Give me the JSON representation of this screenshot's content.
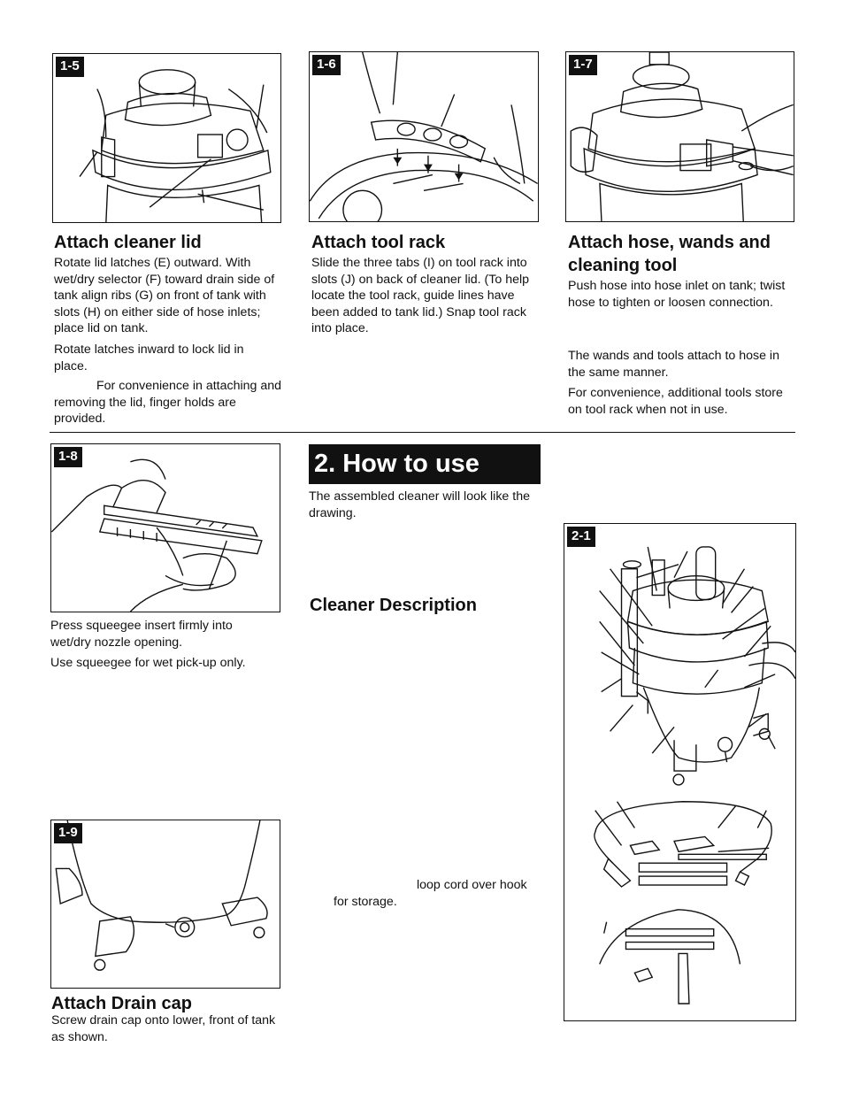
{
  "figures": {
    "f15": "1-5",
    "f16": "1-6",
    "f17": "1-7",
    "f18": "1-8",
    "f19": "1-9",
    "f21": "2-1"
  },
  "lid": {
    "title": "Attach cleaner lid",
    "p1": "Rotate lid latches (E) outward.  With wet/dry selector (F) toward drain side of tank align ribs (G) on front of tank with slots (H) on either side of hose inlets; place lid on tank.",
    "p2": "Rotate latches inward to lock lid in place.",
    "p3": "For convenience in attaching and removing the lid, finger holds are provided."
  },
  "rack": {
    "title": "Attach tool rack",
    "p1": "Slide the three tabs (I) on tool rack into slots (J) on back of cleaner lid. (To help locate the tool rack, guide lines have been added to tank lid.) Snap tool rack into place."
  },
  "hose": {
    "title": "Attach hose, wands and cleaning tool",
    "p1": "Push hose into hose inlet on tank; twist hose to tighten or loosen connection.",
    "p2": "The wands and tools attach to hose in the same manner.",
    "p3": "For convenience, additional tools store on tool rack when not in use."
  },
  "squeegee": {
    "p1": "Press squeegee insert firmly into wet/dry nozzle opening.",
    "p2": "Use squeegee for wet pick-up only."
  },
  "drain": {
    "title": "Attach Drain cap",
    "p1": "Screw drain cap onto lower, front of tank as shown."
  },
  "howto": {
    "title": "2. How to use",
    "intro": "The assembled cleaner will look like the drawing.",
    "desc_title": "Cleaner Description",
    "cord": "loop cord over hook for storage."
  }
}
